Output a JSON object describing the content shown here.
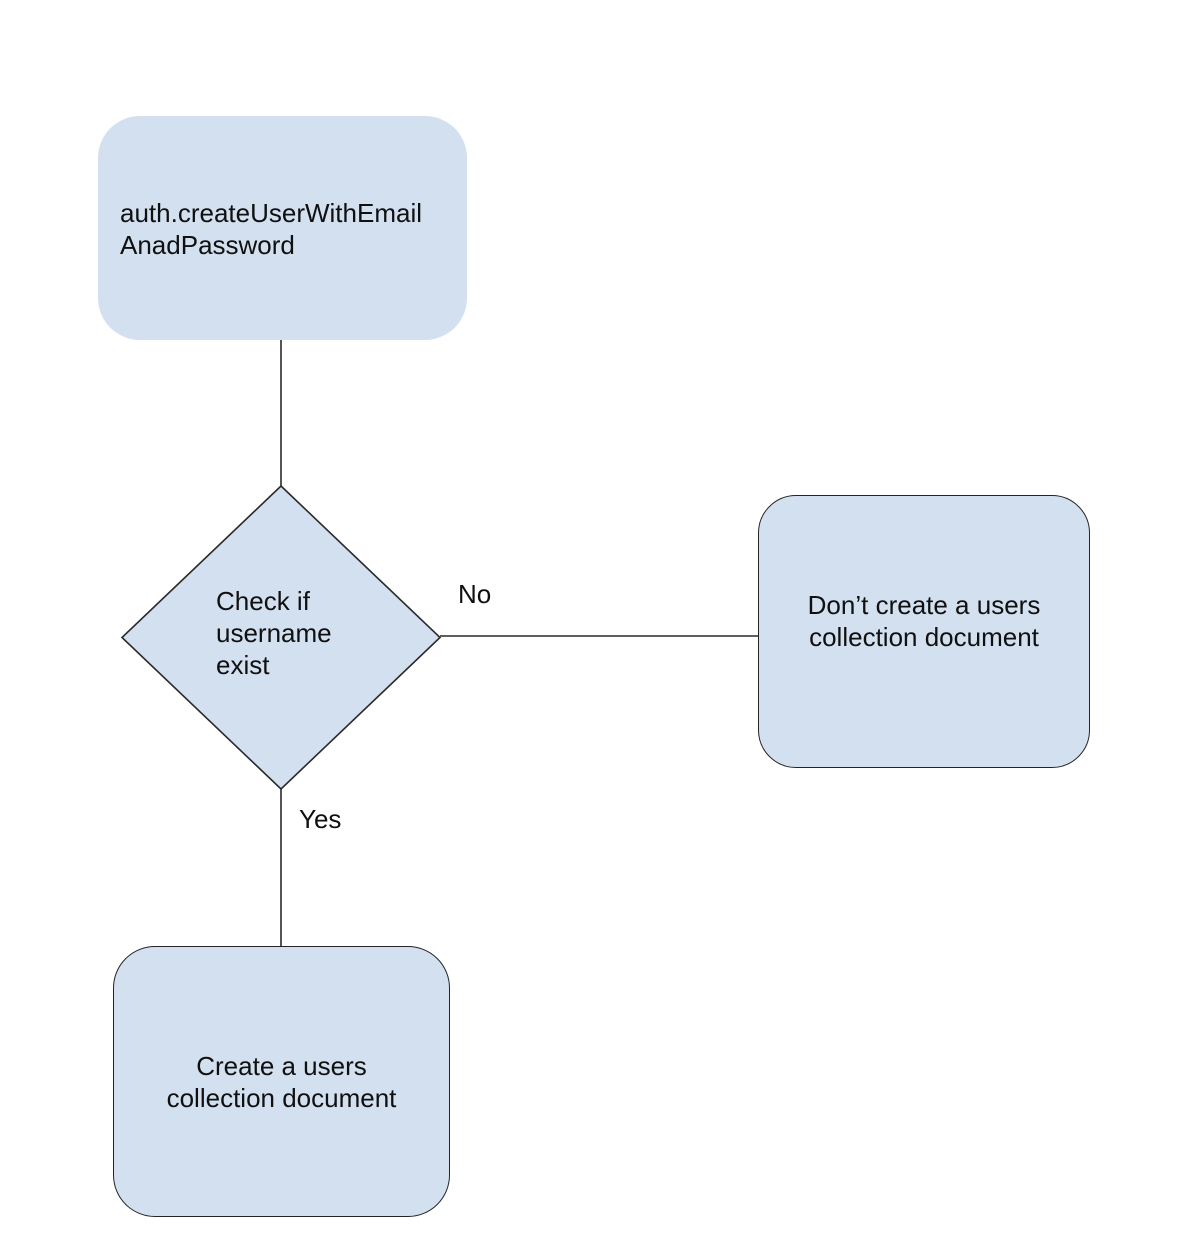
{
  "canvas": {
    "background": "#ffffff"
  },
  "style": {
    "node_fill": "#d3e0f0",
    "node_border": "#242424",
    "connector_color": "#2a2a2a",
    "text_color": "#101010"
  },
  "flowchart": {
    "nodes": {
      "start": {
        "type": "rounded-rectangle",
        "label": "auth.createUserWithEmail\nAnadPassword"
      },
      "decision": {
        "type": "diamond",
        "label": "Check if\nusername\nexist"
      },
      "no_outcome": {
        "type": "rounded-rectangle",
        "label": "Don’t create a users\ncollection document"
      },
      "yes_outcome": {
        "type": "rounded-rectangle",
        "label": "Create a users\ncollection document"
      }
    },
    "edges": [
      {
        "from": "start",
        "to": "decision",
        "label": ""
      },
      {
        "from": "decision",
        "to": "no_outcome",
        "label": "No"
      },
      {
        "from": "decision",
        "to": "yes_outcome",
        "label": "Yes"
      }
    ]
  }
}
